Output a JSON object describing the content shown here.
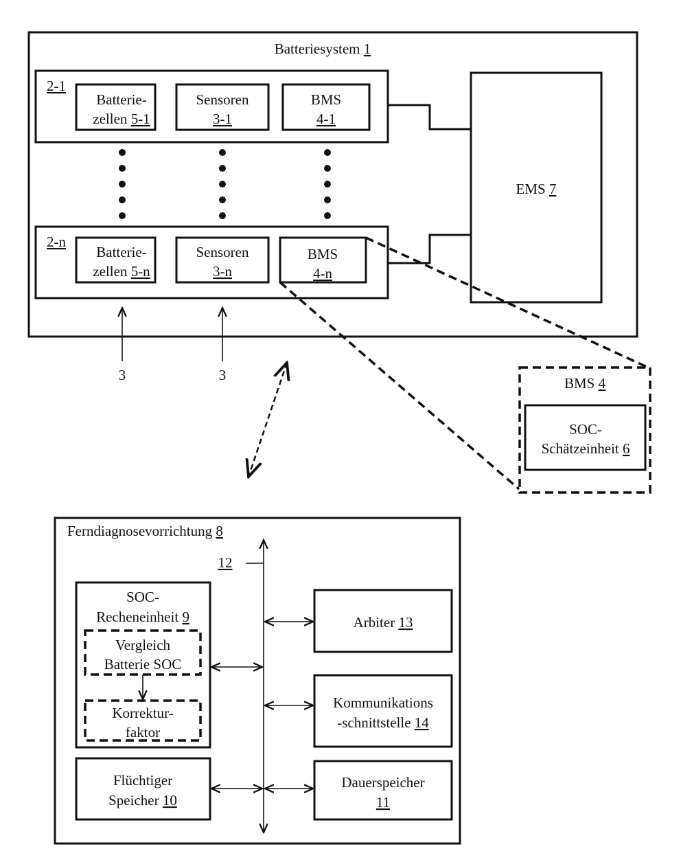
{
  "battery_system": {
    "label": "Batteriesystem",
    "ref": "1"
  },
  "modules": [
    {
      "id": "2-1",
      "cells": {
        "line1": "Batterie-",
        "line2": "zellen ",
        "ref": "5-1"
      },
      "sensors": {
        "line1": "Sensoren",
        "ref": "3-1"
      },
      "bms": {
        "line1": "BMS",
        "ref": "4-1"
      }
    },
    {
      "id": "2-n",
      "cells": {
        "line1": "Batterie-",
        "line2": "zellen ",
        "ref": "5-n"
      },
      "sensors": {
        "line1": "Sensoren",
        "ref": "3-n"
      },
      "bms": {
        "line1": "BMS",
        "ref": "4-n"
      }
    }
  ],
  "ems": {
    "label": "EMS ",
    "ref": "7"
  },
  "sensor_inputs": [
    "3",
    "3"
  ],
  "bms_detail": {
    "label": "BMS ",
    "ref": "4",
    "soc_estimator": {
      "line1": "SOC-",
      "line2": "Schätzeinheit ",
      "ref": "6"
    }
  },
  "remote_device": {
    "label": "Ferndiagnosevorrichtung ",
    "ref": "8",
    "bus": {
      "ref": "12"
    },
    "soc_unit": {
      "line1": "SOC-",
      "line2": "Recheneinheit ",
      "ref": "9",
      "compare": {
        "line1": "Vergleich",
        "line2": "Batterie SOC"
      },
      "correction": {
        "line1": "Korrektur-",
        "line2": "faktor"
      }
    },
    "volatile_memory": {
      "line1": "Flüchtiger",
      "line2": "Speicher ",
      "ref": "10"
    },
    "arbiter": {
      "label": "Arbiter ",
      "ref": "13"
    },
    "comm_interface": {
      "line1": "Kommunikations",
      "line2": "-schnittstelle ",
      "ref": "14"
    },
    "persistent_memory": {
      "line1": "Dauerspeicher",
      "ref": "11"
    }
  }
}
